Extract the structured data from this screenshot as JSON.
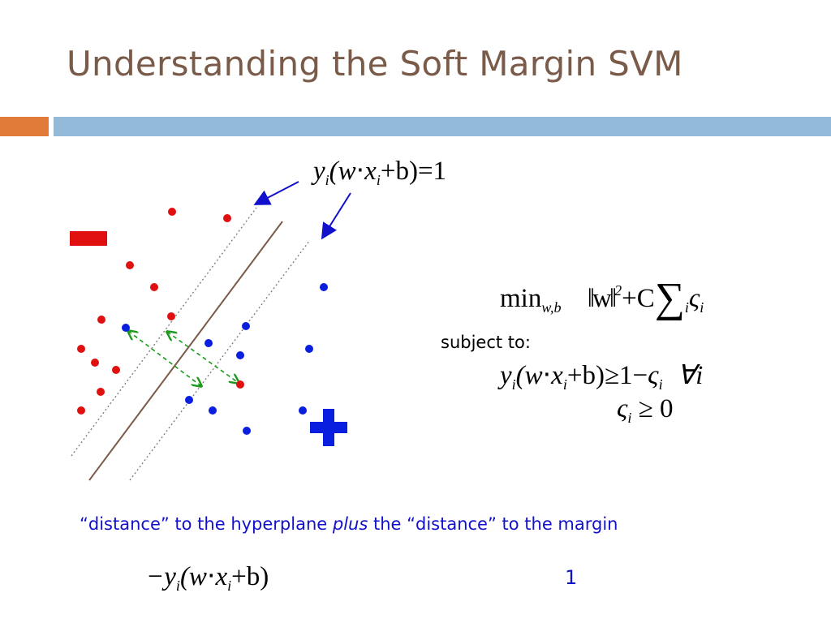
{
  "slide": {
    "title": "Understanding the Soft Margin SVM",
    "subject_label": "subject to:",
    "caption_pre": "“distance” to the hyperplane ",
    "caption_emph": "plus",
    "caption_post": " the “distance” to the margin",
    "one_label": "1"
  },
  "formulas": {
    "margin_eq": {
      "y": "y",
      "i1": "i",
      "open": "(w",
      "x": "x",
      "i2": "i",
      "rest": "+b)=1"
    },
    "objective": {
      "min": "min",
      "min_sub": "w,b",
      "norm": "‖w‖",
      "sq": "2",
      "plusC": "+C",
      "sum": "∑",
      "sum_sub": "i",
      "xi": "ς",
      "xi_sub": "i"
    },
    "constraint1": {
      "y": "y",
      "i1": "i",
      "open": "(w",
      "x": "x",
      "i2": "i",
      "rest": "+b)≥1−",
      "xi": "ς",
      "i3": "i",
      "forall": "∀i"
    },
    "constraint2": {
      "xi": "ς",
      "i": "i",
      "rest": "≥ 0"
    },
    "neg_margin": {
      "neg": "−y",
      "i1": "i",
      "open": "(w",
      "x": "x",
      "i2": "i",
      "rest": "+b)"
    }
  },
  "colors": {
    "title": "#7a5a48",
    "orange_bar": "#e07b39",
    "blue_bar": "#93b9d8",
    "negative": "#e01010",
    "positive": "#0a1ee0",
    "hyperplane": "#7a5a48",
    "margin_line": "#777777",
    "arrow": "#1111cc",
    "slack_arrow": "#1a9a1a"
  },
  "icons": {
    "negative_class": "minus-sign-icon",
    "positive_class": "plus-sign-icon"
  }
}
